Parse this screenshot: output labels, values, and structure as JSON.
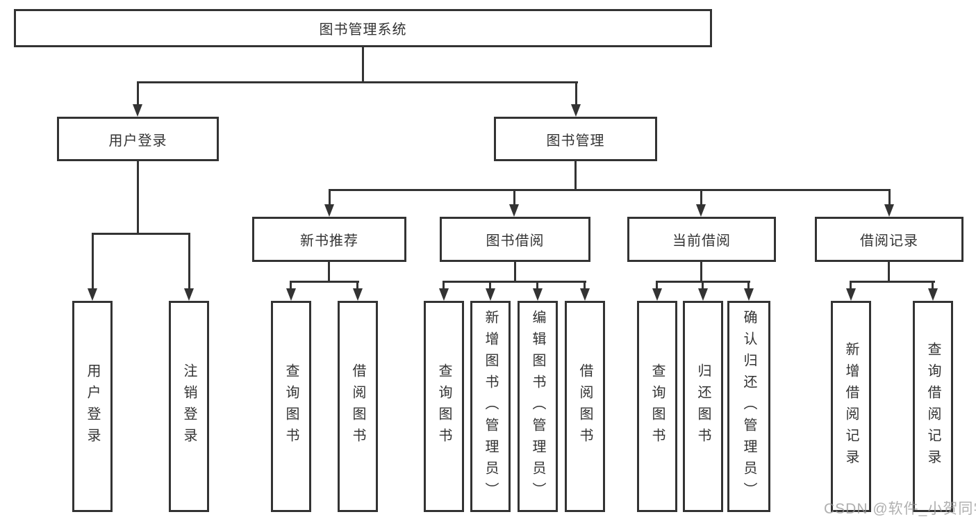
{
  "diagram": {
    "root": {
      "label": "图书管理系统"
    },
    "level2": [
      {
        "label": "用户登录"
      },
      {
        "label": "图书管理"
      }
    ],
    "level3": [
      {
        "label": "新书推荐"
      },
      {
        "label": "图书借阅"
      },
      {
        "label": "当前借阅"
      },
      {
        "label": "借阅记录"
      }
    ],
    "leaves": {
      "user_login": [
        "用户登录",
        "注销登录"
      ],
      "new_book_rec": [
        "查询图书",
        "借阅图书"
      ],
      "book_borrow": [
        "查询图书",
        "新增图书（管理员）",
        "编辑图书（管理员）",
        "借阅图书"
      ],
      "current_borrow": [
        "查询图书",
        "归还图书",
        "确认归还（管理员）"
      ],
      "borrow_record": [
        "新增借阅记录",
        "查询借阅记录"
      ]
    }
  },
  "watermark": {
    "text": "CSDN @软件_小贺同学"
  },
  "colors": {
    "line": "#333333",
    "text": "#333333",
    "box_background": "#ffffff",
    "page_background": "#ffffff",
    "watermark": "#969696"
  }
}
